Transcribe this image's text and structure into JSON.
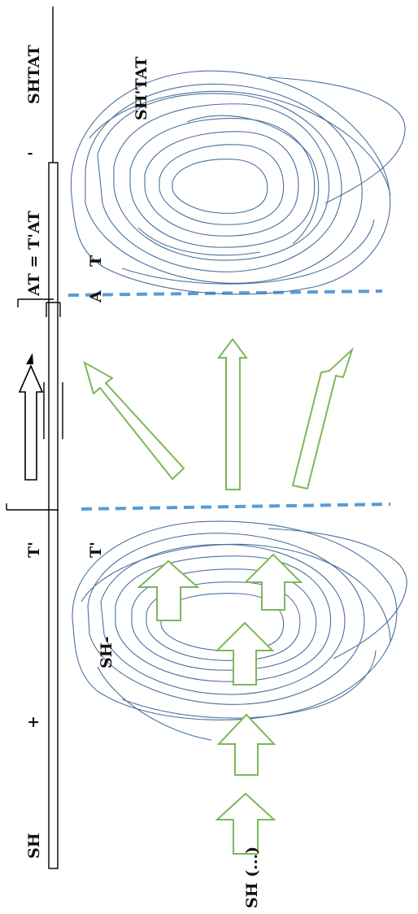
{
  "labels": {
    "sh_bottom": "SH",
    "plus": "+",
    "t_prime": "T'",
    "at_eq": "AT  = T'AT",
    "tick_mark": "'",
    "shtat": "SHTAT",
    "sh_prime_tat": "SH'TAT",
    "t_right": "T",
    "a_right": "A",
    "t_prime_inner": "T'",
    "sh_dash": "SH-",
    "sh_paren": "SH (...)"
  },
  "colors": {
    "scribble": "#4a6f9c",
    "arrow": "#7cb85a",
    "dashed": "#5b9bd5",
    "ink": "#111111"
  },
  "icons": {
    "arrow": "hollow-arrow",
    "cloud": "scribble-cluster"
  }
}
